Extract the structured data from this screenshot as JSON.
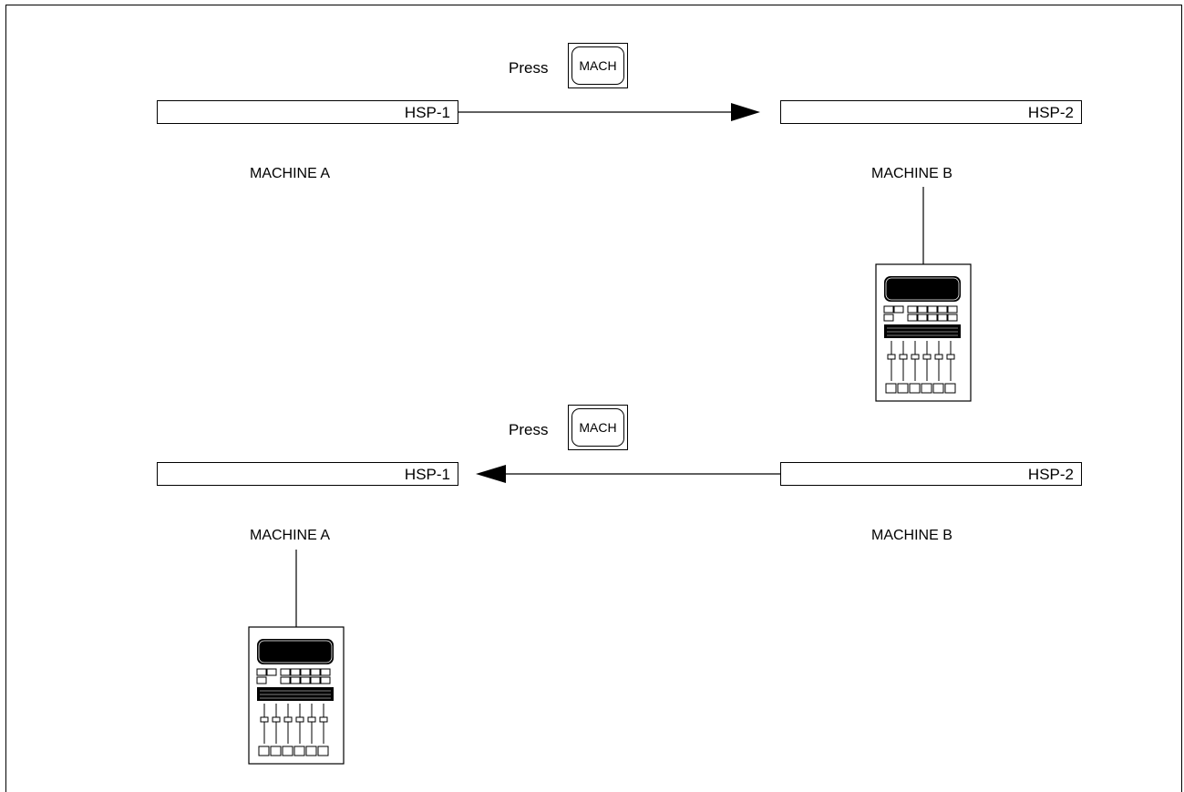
{
  "top": {
    "press_label": "Press",
    "key_label": "MACH",
    "left_bar_label": "HSP-1",
    "right_bar_label": "HSP-2",
    "machine_a": "MACHINE A",
    "machine_b": "MACHINE B"
  },
  "bottom": {
    "press_label": "Press",
    "key_label": "MACH",
    "left_bar_label": "HSP-1",
    "right_bar_label": "HSP-2",
    "machine_a": "MACHINE A",
    "machine_b": "MACHINE B"
  }
}
